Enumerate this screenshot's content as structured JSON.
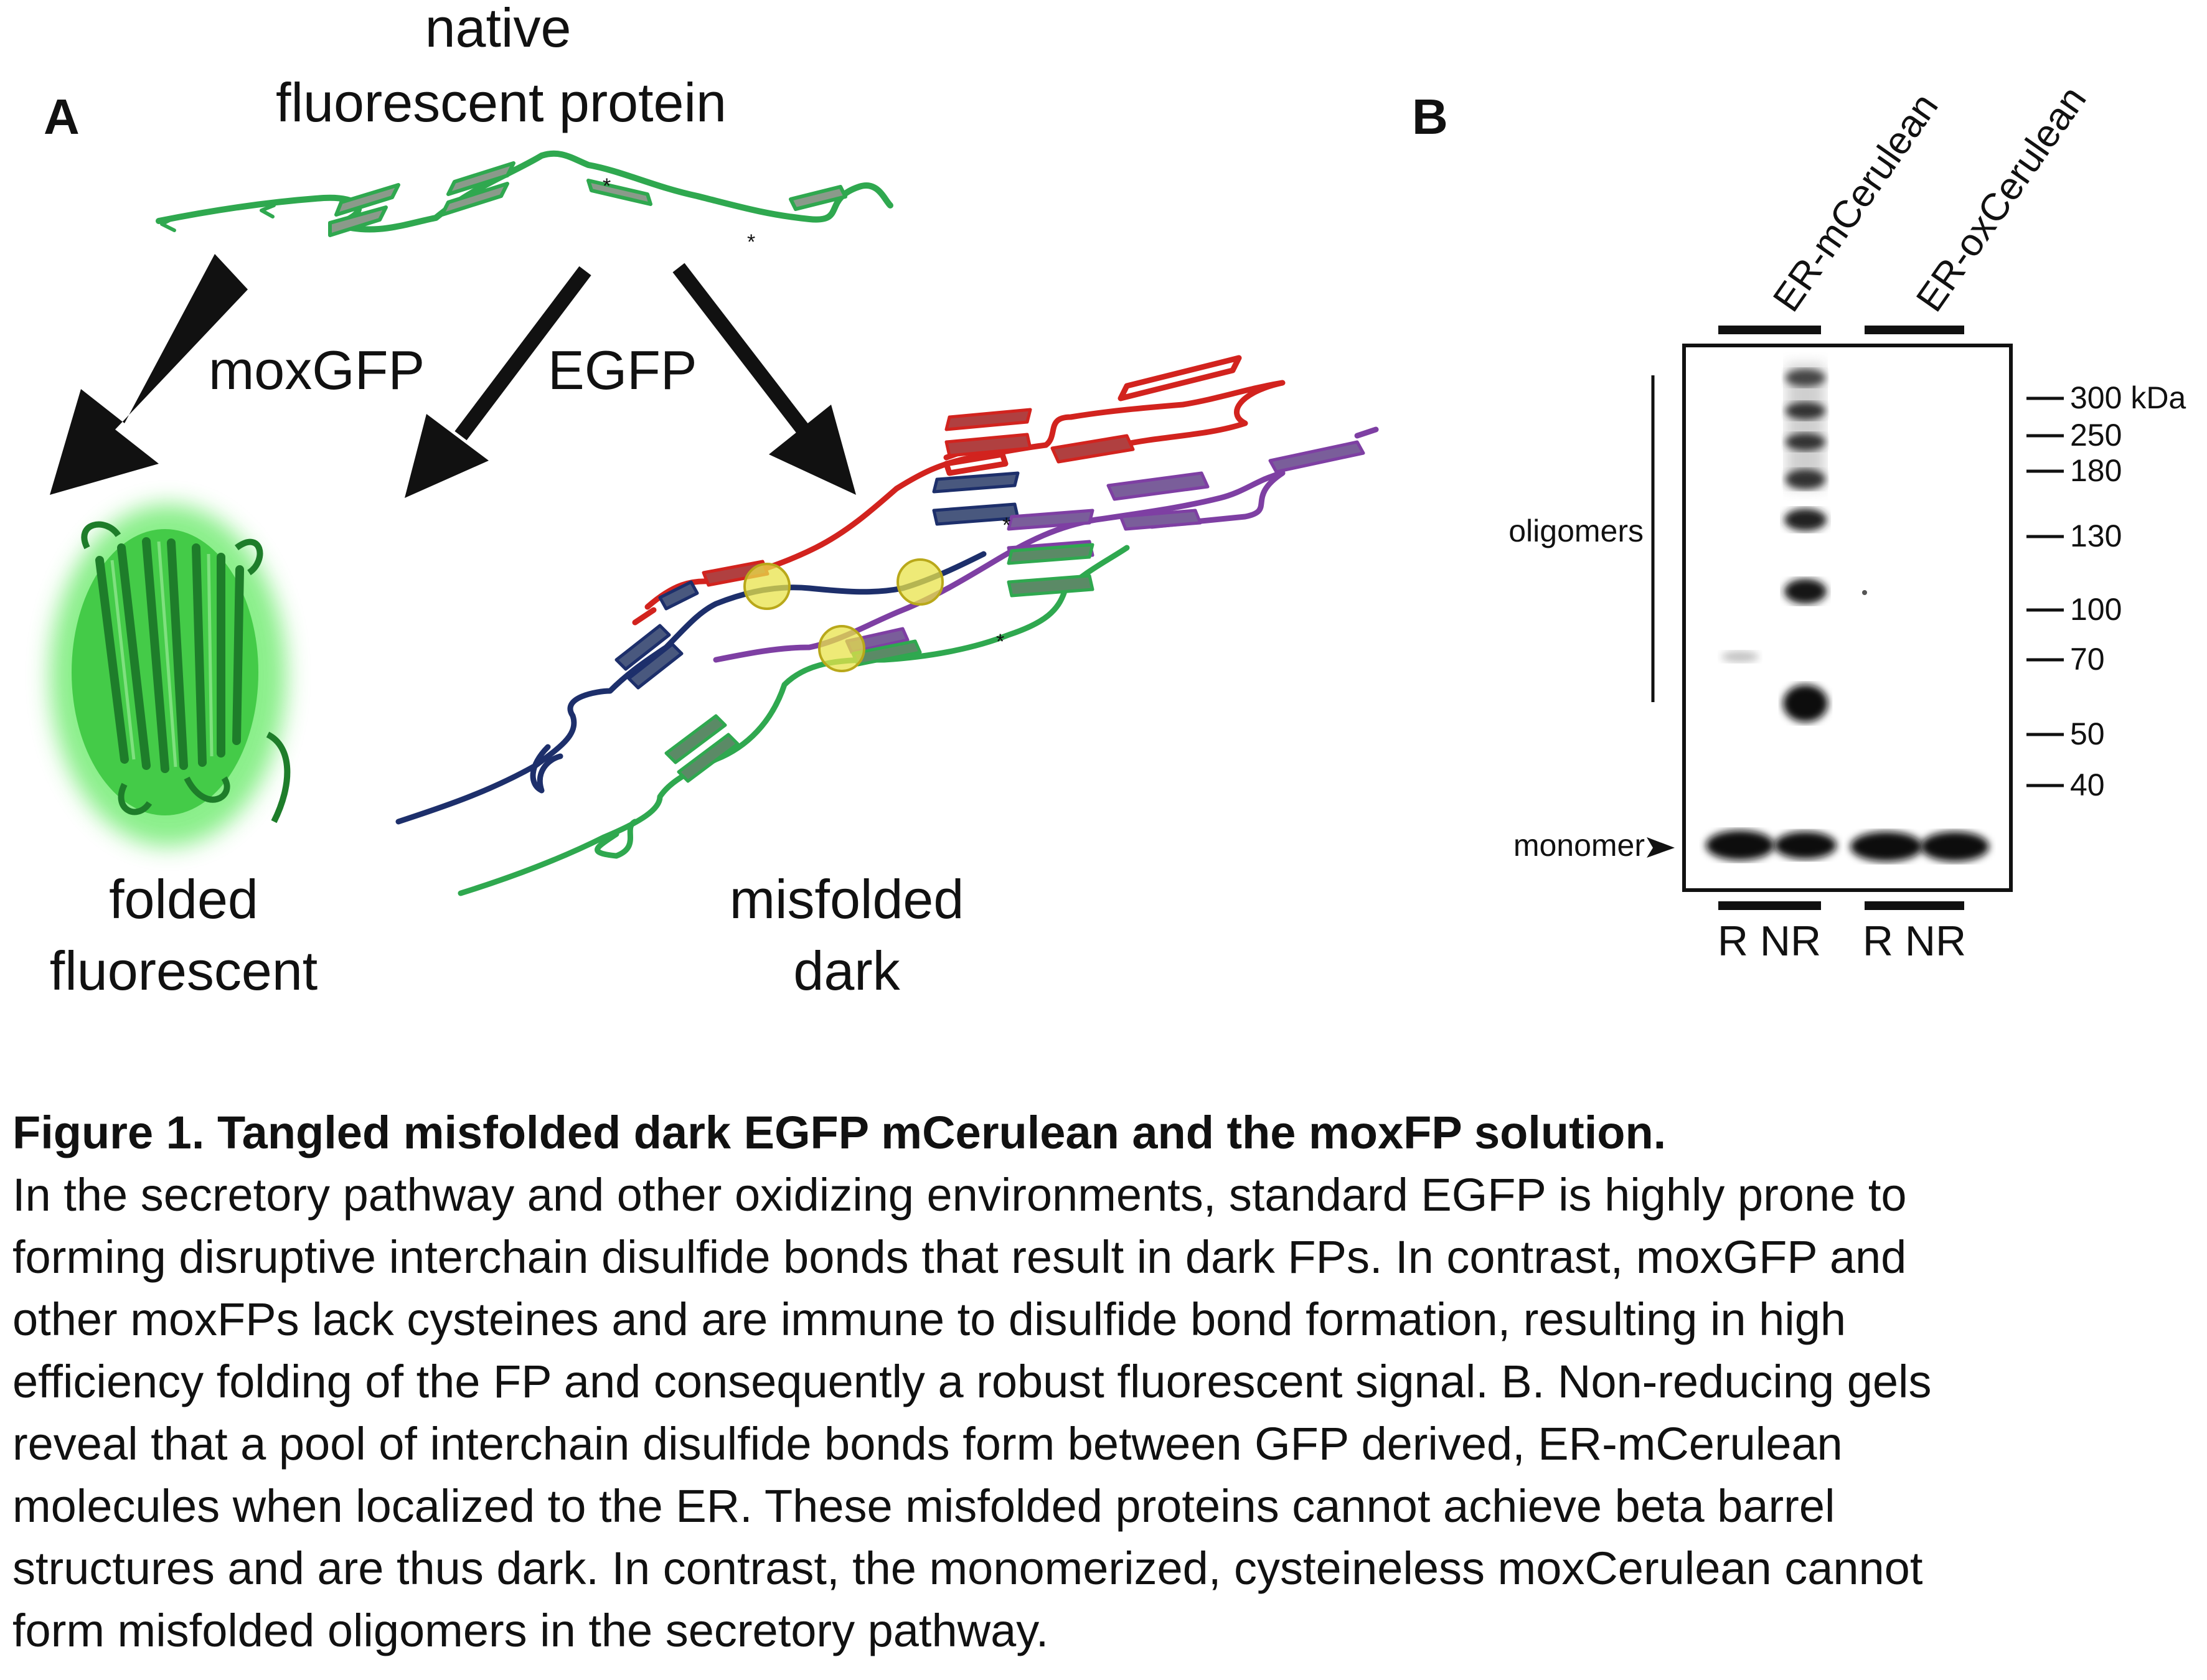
{
  "panel_a": {
    "label": "A",
    "native_line1": "native",
    "native_line2": "fluorescent protein",
    "arrow_left_label": "moxGFP",
    "arrow_mid_label": "EGFP",
    "folded_line1": "folded",
    "folded_line2": "fluorescent",
    "misfolded_line1": "misfolded",
    "misfolded_line2": "dark"
  },
  "panel_b": {
    "label": "B",
    "lane_group_1": "ER-mCerulean",
    "lane_group_2": "ER-oxCerulean",
    "oligomers_label": "oligomers",
    "monomer_label": "monomer",
    "markers": [
      "300 kDa",
      "250",
      "180",
      "130",
      "100",
      "70",
      "50",
      "40"
    ],
    "lanes_1": "R NR",
    "lanes_2": "R NR"
  },
  "caption": {
    "title": "Figure 1. Tangled misfolded dark EGFP mCerulean and the moxFP solution.",
    "lines": [
      "In the secretory pathway and other oxidizing environments, standard EGFP is highly prone to",
      "forming disruptive interchain disulfide bonds that result in dark FPs. In contrast, moxGFP and",
      "other moxFPs lack cysteines and are immune to disulfide bond formation, resulting in high",
      "efficiency folding of the FP and consequently a robust fluorescent signal. B. Non-reducing gels",
      "reveal that a pool of interchain disulfide bonds form between GFP derived, ER-mCerulean",
      "molecules when localized to the ER. These misfolded proteins cannot achieve beta barrel",
      "structures and are thus dark. In contrast, the monomerized, cysteineless moxCerulean cannot",
      "form misfolded oligomers in the secretory pathway."
    ]
  },
  "colors": {
    "green": "#2fa84f",
    "red": "#d2231e",
    "navy": "#1d2f6b",
    "purple": "#7e3fa3",
    "yellow": "#e8e34a",
    "glow": "#4de64d"
  }
}
